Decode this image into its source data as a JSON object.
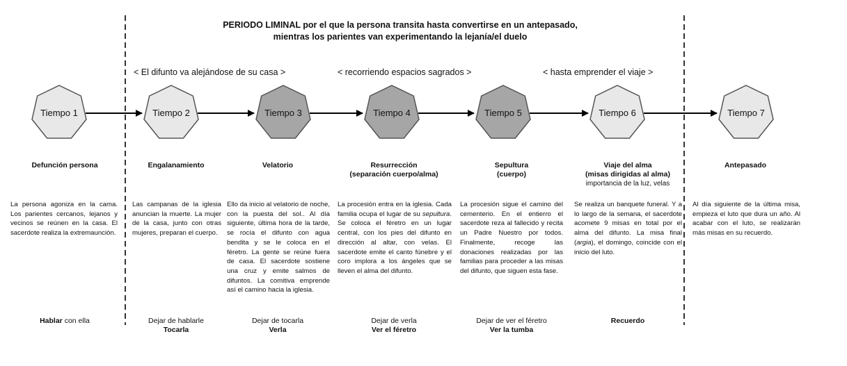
{
  "title_lines": [
    "PERIODO LIMINAL por el que la persona transita hasta convertirse en un antepasado,",
    "mientras los parientes van experimentando la lejanía/el duelo"
  ],
  "phases": [
    "< El difunto va alejándose de su casa >",
    "< recorriendo espacios sagrados >",
    "< hasta emprender el viaje >"
  ],
  "colors": {
    "node_light": "#e8e8e8",
    "node_dark": "#a6a6a6",
    "stroke": "#555555"
  },
  "nodes": [
    {
      "label": "Tiempo 1",
      "shade": "light"
    },
    {
      "label": "Tiempo 2",
      "shade": "light"
    },
    {
      "label": "Tiempo 3",
      "shade": "dark"
    },
    {
      "label": "Tiempo 4",
      "shade": "dark"
    },
    {
      "label": "Tiempo 5",
      "shade": "dark"
    },
    {
      "label": "Tiempo 6",
      "shade": "light"
    },
    {
      "label": "Tiempo 7",
      "shade": "light"
    }
  ],
  "stages": [
    {
      "name": "Defunción persona",
      "sub": ""
    },
    {
      "name": "Engalanamiento",
      "sub": ""
    },
    {
      "name": "Velatorio",
      "sub": ""
    },
    {
      "name": "Resurrección",
      "name2": "(separación cuerpo/alma)",
      "sub": ""
    },
    {
      "name": "Sepultura",
      "name2": "(cuerpo)",
      "sub": ""
    },
    {
      "name": "Viaje del alma",
      "name2": "(misas dirigidas al alma)",
      "sub": "importancia de la luz, velas"
    },
    {
      "name": "Antepasado",
      "sub": ""
    }
  ],
  "descriptions": [
    {
      "text": "La persona agoniza en la cama. Los parientes cercanos, lejanos y vecinos se reúnen en la casa. El sacerdote realiza la extremaunción."
    },
    {
      "text": "Las campanas de la iglesia anuncian la muerte. La mujer de la casa, junto con otras mujeres, preparan el cuerpo."
    },
    {
      "text": "Ello da inicio al velatorio de noche, con la puesta del sol.. Al día siguiente, última hora de la tarde, se rocía el difunto con agua bendita y se le coloca en el féretro. La gente se reúne fuera de casa. El sacerdote sostiene una cruz y emite salmos de difuntos. La comitiva emprende así el camino hacia la iglesia."
    },
    {
      "text_a": "La procesión entra en la iglesia. Cada familia ocupa el lugar de su ",
      "text_i": "sepultura",
      "text_b": ". Se coloca el féretro en un lugar central, con los pies del difunto en dirección al altar, con velas. El sacerdote emite el canto fúnebre y el coro implora a los ángeles que se lleven el alma del difunto."
    },
    {
      "text": "La procesión sigue el camino del cementerio. En el entierro el sacerdote reza al fallecido y recita un Padre Nuestro por todos. Finalmente, recoge las donaciones realizadas por las familias para proceder a las misas del difunto, que siguen esta fase."
    },
    {
      "text_a": "Se realiza un banquete funeral. Y a lo largo de la semana, el sacerdote acomete 9 misas en total por el alma del difunto. La misa final (",
      "text_i": "argia",
      "text_b": "), el domingo, coincide con el inicio del luto."
    },
    {
      "text": "Al día siguiente de la última misa, empieza el luto que dura un año. Al acabar con el luto, se realizarán más misas en su recuerdo."
    }
  ],
  "actions": [
    {
      "bold": "Hablar",
      "normal": " con ella"
    },
    {
      "line1": "Dejar de hablarle",
      "line2": "Tocarla"
    },
    {
      "line1": "Dejar de tocarla",
      "line2": "Verla"
    },
    {
      "line1": "Dejar de verla",
      "line2": "Ver el féretro"
    },
    {
      "line1": "Dejar de ver el féretro",
      "line2": "Ver la tumba"
    },
    {
      "bold": "Recuerdo",
      "normal": ""
    },
    {
      "bold": "",
      "normal": ""
    }
  ]
}
